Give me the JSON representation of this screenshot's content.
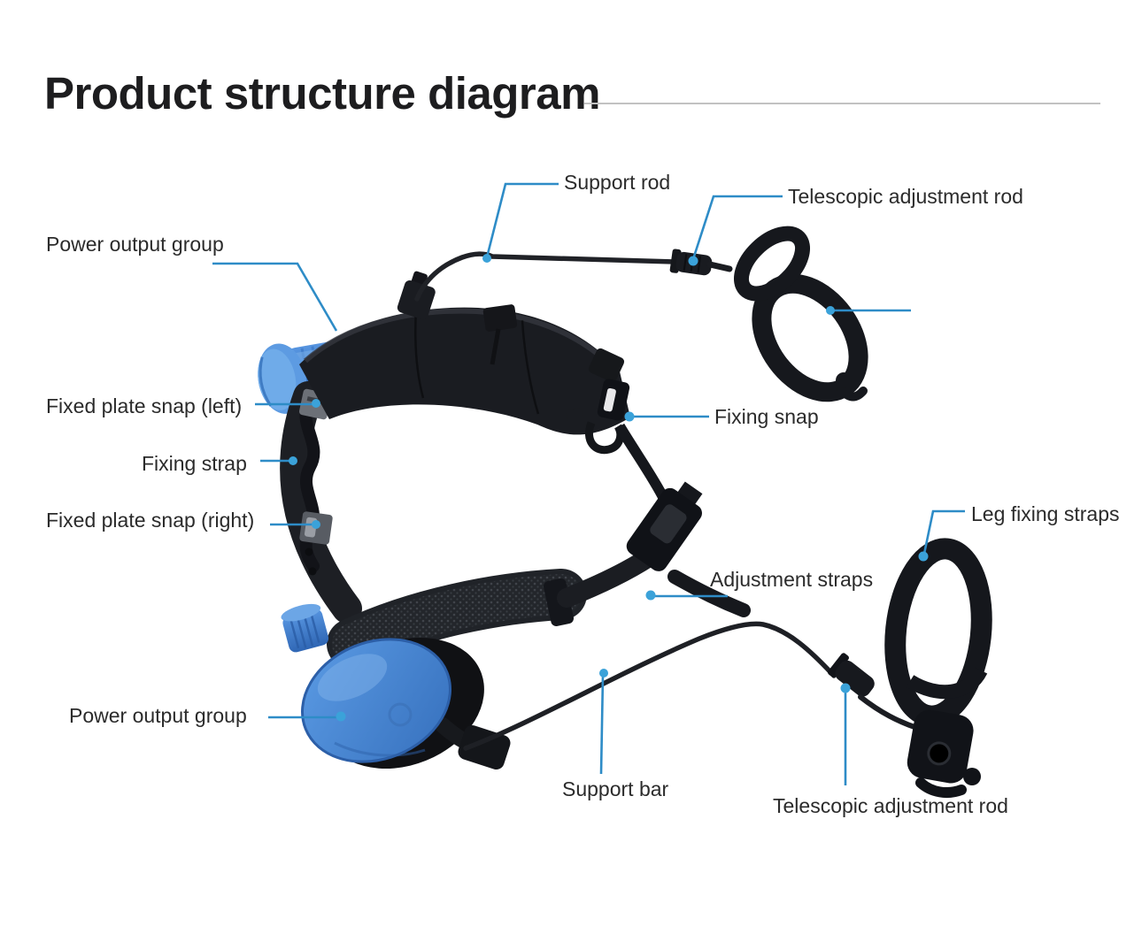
{
  "title": "Product structure diagram",
  "labels": [
    {
      "id": "support-rod",
      "text": "Support rod"
    },
    {
      "id": "telescopic-adjustment-rod-top",
      "text": "Telescopic adjustment rod"
    },
    {
      "id": "power-output-group-top",
      "text": "Power output group"
    },
    {
      "id": "fixed-plate-snap-left",
      "text": "Fixed plate snap (left)"
    },
    {
      "id": "fixing-strap",
      "text": "Fixing strap"
    },
    {
      "id": "fixed-plate-snap-right",
      "text": "Fixed plate snap (right)"
    },
    {
      "id": "fixing-snap",
      "text": "Fixing snap"
    },
    {
      "id": "leg-fixing-straps",
      "text": "Leg fixing straps"
    },
    {
      "id": "adjustment-straps",
      "text": "Adjustment straps"
    },
    {
      "id": "power-output-group-bottom",
      "text": "Power output group"
    },
    {
      "id": "support-bar",
      "text": "Support bar"
    },
    {
      "id": "telescopic-adjustment-rod-bottom",
      "text": "Telescopic adjustment rod"
    }
  ],
  "colors": {
    "leader_line": "#2e8cc7",
    "leader_dot": "#3ba2d9",
    "title_text": "#1d1d1f",
    "label_text": "#2b2b2b",
    "divider": "#c2c2c2",
    "product_blue": "#4c8cd9",
    "product_black": "#17191e",
    "background": "#ffffff"
  }
}
